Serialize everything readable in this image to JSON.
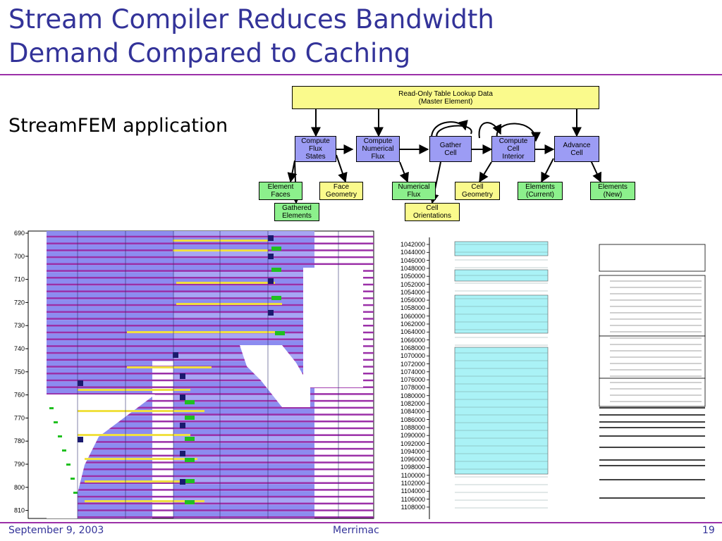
{
  "slide": {
    "title_line1": "Stream Compiler Reduces Bandwidth",
    "title_line2": "Demand Compared to Caching",
    "subtitle": "StreamFEM application"
  },
  "flow": {
    "table": "Read-Only Table Lookup Data\n(Master Element)",
    "kernels": [
      "Compute\nFlux\nStates",
      "Compute\nNumerical\nFlux",
      "Gather\nCell",
      "Compute\nCell\nInterior",
      "Advance\nCell"
    ],
    "streams": [
      "Element\nFaces",
      "Face\nGeometry",
      "Numerical\nFlux",
      "Cell\nGeometry",
      "Elements\n(Current)",
      "Elements\n(New)",
      "Gathered\nElements",
      "Cell\nOrientations"
    ]
  },
  "allocation_plot": {
    "y_ticks": [
      "690",
      "700",
      "710",
      "720",
      "730",
      "740",
      "750",
      "760",
      "770",
      "780",
      "790",
      "800",
      "810"
    ]
  },
  "address_plot": {
    "y_ticks": [
      "1042000",
      "1044000",
      "1046000",
      "1048000",
      "1050000",
      "1052000",
      "1054000",
      "1056000",
      "1058000",
      "1060000",
      "1062000",
      "1064000",
      "1066000",
      "1068000",
      "1070000",
      "1072000",
      "1074000",
      "1076000",
      "1078000",
      "1080000",
      "1082000",
      "1084000",
      "1086000",
      "1088000",
      "1090000",
      "1092000",
      "1094000",
      "1096000",
      "1098000",
      "1100000",
      "1102000",
      "1104000",
      "1106000",
      "1108000"
    ]
  },
  "footer": {
    "date": "September 9, 2003",
    "center": "Merrimac",
    "page": "19"
  },
  "colors": {
    "title": "#333399",
    "rule": "#9b30a8",
    "kernel": "#9c9cf4",
    "table": "#fafa8c",
    "stream_green": "#8cf08c",
    "band_purple": "#9b30a8",
    "block_blue": "#8c8cf0",
    "cyan": "#aaf2f6"
  }
}
